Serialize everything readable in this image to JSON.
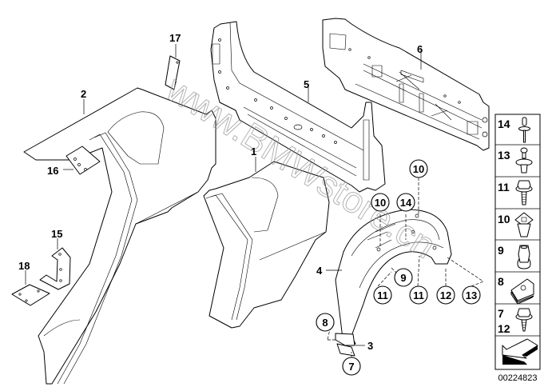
{
  "diagram": {
    "title": "BMW rear side panel / wheel arch parts diagram",
    "watermark": "www.BMWstore.cn",
    "document_number": "00224823",
    "callouts": [
      {
        "id": "1",
        "label": "1",
        "style": "plain"
      },
      {
        "id": "2",
        "label": "2",
        "style": "plain"
      },
      {
        "id": "3",
        "label": "3",
        "style": "plain"
      },
      {
        "id": "4",
        "label": "4",
        "style": "plain"
      },
      {
        "id": "5",
        "label": "5",
        "style": "plain"
      },
      {
        "id": "6",
        "label": "6",
        "style": "plain"
      },
      {
        "id": "15",
        "label": "15",
        "style": "plain"
      },
      {
        "id": "16",
        "label": "16",
        "style": "plain"
      },
      {
        "id": "17",
        "label": "17",
        "style": "plain"
      },
      {
        "id": "18",
        "label": "18",
        "style": "plain"
      },
      {
        "id": "c10a",
        "label": "10",
        "style": "circled"
      },
      {
        "id": "c10b",
        "label": "10",
        "style": "circled"
      },
      {
        "id": "c14",
        "label": "14",
        "style": "circled"
      },
      {
        "id": "c9",
        "label": "9",
        "style": "circled"
      },
      {
        "id": "c11a",
        "label": "11",
        "style": "circled"
      },
      {
        "id": "c11b",
        "label": "11",
        "style": "circled"
      },
      {
        "id": "c12",
        "label": "12",
        "style": "circled"
      },
      {
        "id": "c13",
        "label": "13",
        "style": "circled"
      },
      {
        "id": "c8",
        "label": "8",
        "style": "circled"
      },
      {
        "id": "c7",
        "label": "7",
        "style": "circled"
      }
    ],
    "legend": [
      {
        "label": "14",
        "part": "rivet-icon"
      },
      {
        "label": "13",
        "part": "expanding-rivet-icon"
      },
      {
        "label": "11",
        "part": "hex-collar-screw-icon"
      },
      {
        "label": "10",
        "part": "square-nut-clip-icon"
      },
      {
        "label": "9",
        "part": "cap-nut-icon"
      },
      {
        "label": "8",
        "part": "spring-nut-clip-icon"
      },
      {
        "label": "7",
        "label2": "12",
        "part": "hex-tapping-screw-icon"
      },
      {
        "label": "",
        "part": "direction-arrow-icon"
      }
    ]
  }
}
